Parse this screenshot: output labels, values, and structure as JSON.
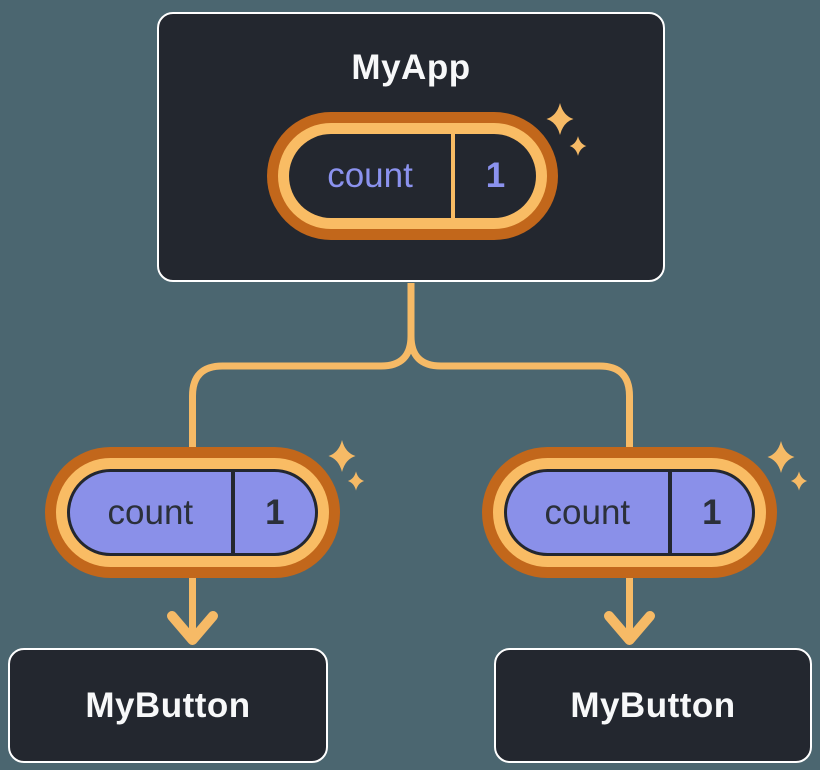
{
  "palette": {
    "background": "#4B6670",
    "node_fill": "#23272F",
    "node_border": "#FFFFFF",
    "node_text": "#F7F8F9",
    "pill_outer_ring": "#C2671B",
    "pill_inner_ring": "#F9BC64",
    "pill_fill": "#8A90E9",
    "pill_outline_dark": "#23272F",
    "state_text_purple": "#8B92EE",
    "state_text_dark": "#2B303A",
    "connector": "#F6BA66"
  },
  "tree": {
    "root": {
      "title": "MyApp",
      "state": {
        "label": "count",
        "value": "1"
      }
    },
    "children": [
      {
        "title": "MyButton",
        "state": {
          "label": "count",
          "value": "1"
        }
      },
      {
        "title": "MyButton",
        "state": {
          "label": "count",
          "value": "1"
        }
      }
    ]
  },
  "icons": {
    "sparkle": "four-point-star",
    "arrow": "down-arrow"
  }
}
